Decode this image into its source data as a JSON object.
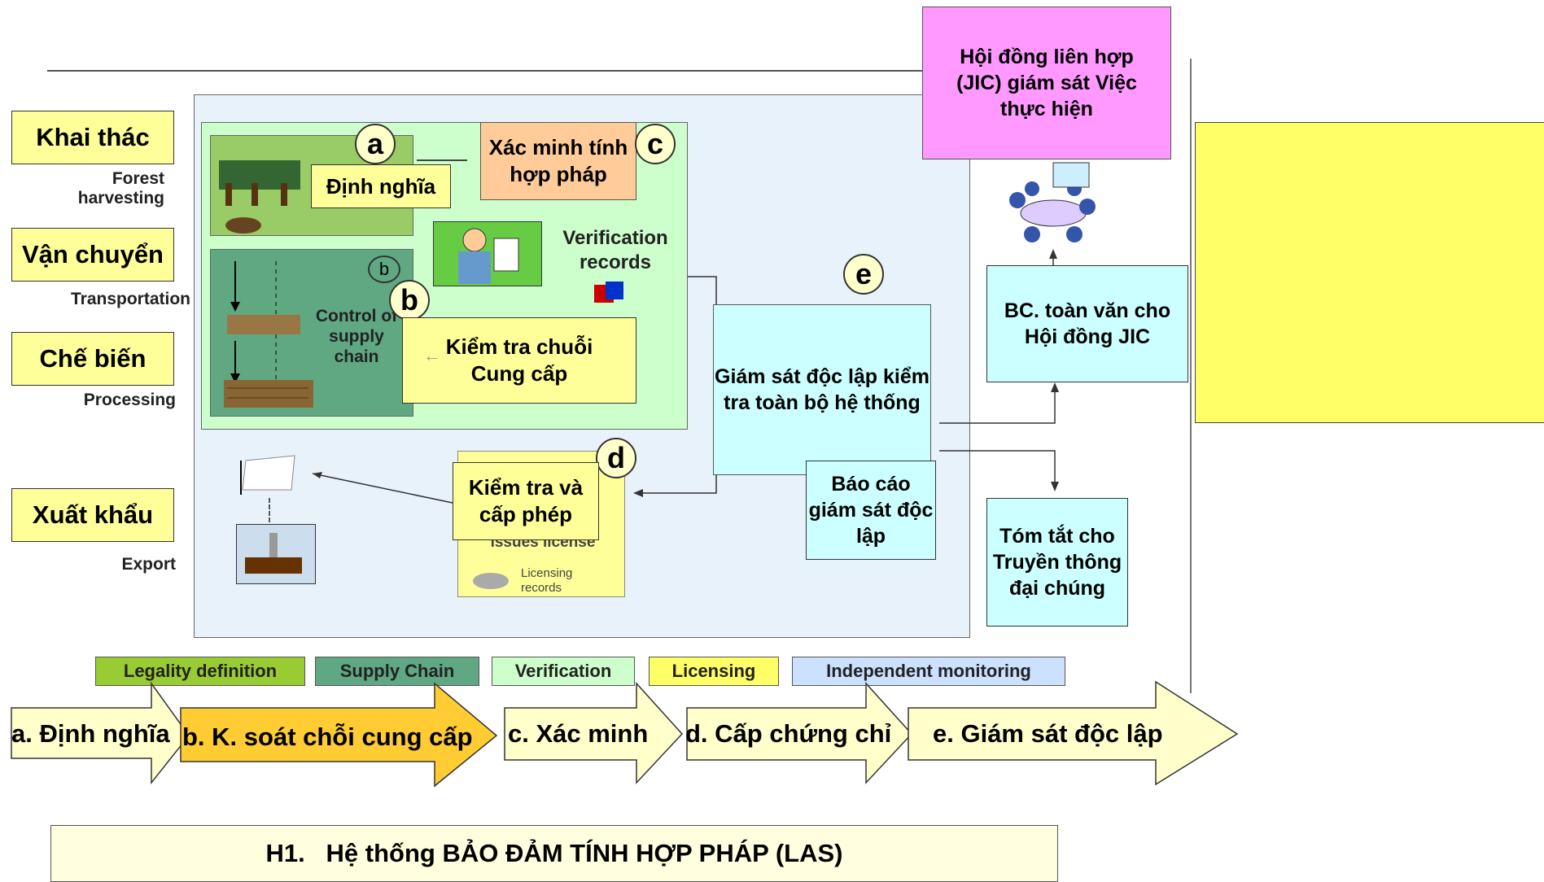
{
  "stages_left": [
    {
      "vi": "Khai thác",
      "en": "Forest harvesting"
    },
    {
      "vi": "Vận chuyển",
      "en": "Transportation"
    },
    {
      "vi": "Chế biến",
      "en": "Processing"
    },
    {
      "vi": "Xuất khẩu",
      "en": "Export"
    }
  ],
  "badges": {
    "a": "a",
    "b": "b",
    "c": "c",
    "d": "d",
    "e": "e"
  },
  "boxes": {
    "definition": "Định nghĩa",
    "verify_legality": "Xác minh tính hợp pháp",
    "supply_chain_check": "Kiểm tra chuỗi Cung cấp",
    "inspect_license": "Kiểm tra và cấp phép",
    "independent_check": "Giám sát độc lập kiểm tra toàn bộ hệ thống",
    "independent_report": "Báo cáo giám sát độc lập",
    "jic_council": "Hội đồng liên hợp (JIC) giám sát Việc thực hiện",
    "jic_fullreport": "BC. toàn văn cho Hội đồng JIC",
    "media_summary": "Tóm tắt cho Truyền thông đại chúng"
  },
  "figure_labels": {
    "verification_records": "Verification records",
    "control_supply_chain": "Control of supply chain",
    "issues_license": "issues license",
    "licensing_records": "Licensing records"
  },
  "legend": [
    "Legality definition",
    "Supply Chain",
    "Verification",
    "Licensing",
    "Independent monitoring"
  ],
  "arrows": [
    "a. Định nghĩa",
    "b. K. soát chỗi cung cấp",
    "c. Xác minh",
    "d. Cấp chứng chỉ",
    "e. Giám sát độc lập"
  ],
  "caption": "H1.   Hệ thống BẢO ĐẢM TÍNH HỢP PHÁP (LAS)",
  "colors": {
    "legality_definition": "#99cc33",
    "supply_chain": "#5fa882",
    "verification": "#ccffcc",
    "licensing": "#ffff66",
    "independent_monitoring": "#cce0ff",
    "jic": "#ff99ff",
    "panel": "#e8f2fb",
    "highlight_arrow": "#ffcc33",
    "arrow": "#ffffcc"
  }
}
